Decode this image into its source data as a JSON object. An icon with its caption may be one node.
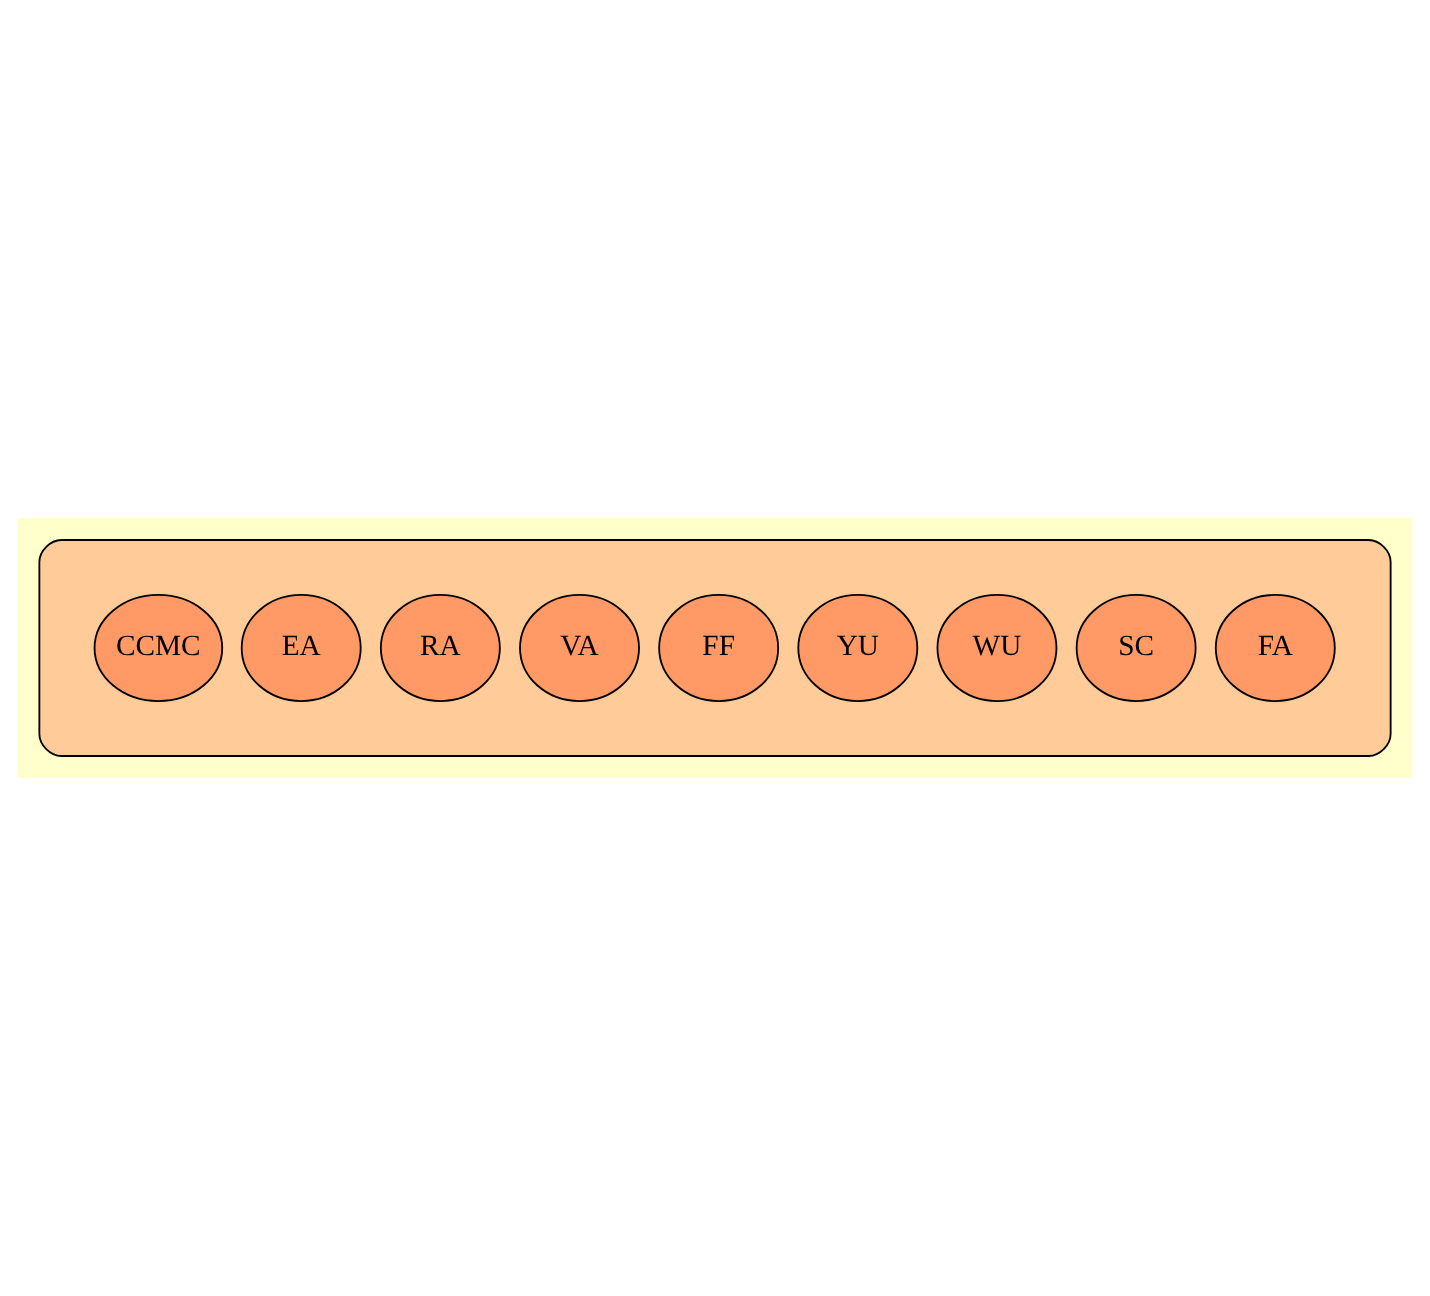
{
  "diagram": {
    "nodes": [
      {
        "text": [],
        "shape": "ellipse"
      },
      {
        "text": [
          "FA"
        ],
        "in": 0
      },
      {
        "text": [
          "SC"
        ],
        "in": 0
      },
      {
        "text": [
          "WU"
        ],
        "in": 0
      },
      {
        "text": [
          "YU"
        ],
        "in": 0
      },
      {
        "text": [
          "FF"
        ],
        "in": 0
      },
      {
        "text": [
          "VA"
        ],
        "in": 0
      },
      {
        "text": [
          "RA"
        ],
        "in": 0
      },
      {
        "text": [
          "EA"
        ],
        "in": 0
      },
      {
        "text": [
          "CCMC"
        ],
        "in": 0
      }
    ],
    "edges": []
  }
}
